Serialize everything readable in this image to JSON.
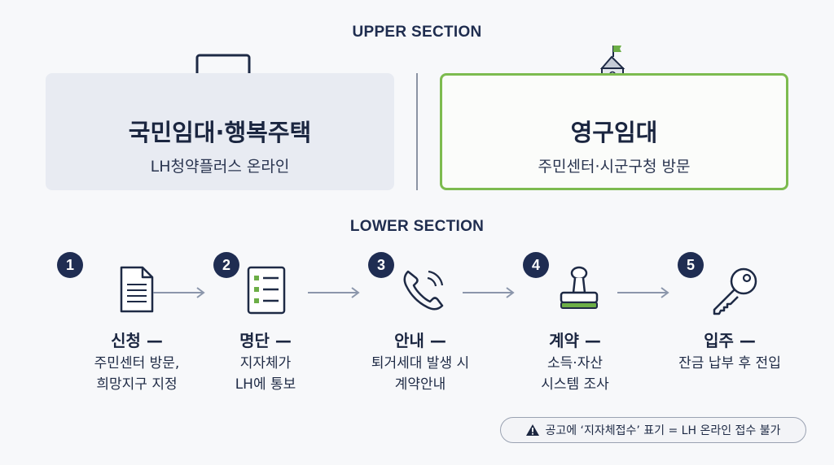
{
  "upper_section": {
    "title": "UPPER SECTION",
    "left_card": {
      "title": "국민임대·행복주택",
      "subtitle": "LH청약플러스 온라인",
      "icon": "laptop-icon"
    },
    "right_card": {
      "title": "영구임대",
      "subtitle": "주민센터·시군구청 방문",
      "icon": "school-building-icon"
    }
  },
  "lower_section": {
    "title": "LOWER SECTION",
    "steps": [
      {
        "number": "1",
        "title": "신청 —",
        "desc": [
          "주민센터 방문,",
          "희망지구 지정"
        ],
        "icon": "document-icon"
      },
      {
        "number": "2",
        "title": "명단 —",
        "desc": [
          "지자체가",
          "LH에 통보"
        ],
        "icon": "checklist-icon"
      },
      {
        "number": "3",
        "title": "안내 —",
        "desc": [
          "퇴거세대 발생 시",
          "계약안내"
        ],
        "icon": "phone-icon"
      },
      {
        "number": "4",
        "title": "계약 —",
        "desc": [
          "소득·자산",
          "시스템 조사"
        ],
        "icon": "stamp-icon"
      },
      {
        "number": "5",
        "title": "입주 —",
        "desc": [
          "잔금 납부 후 전입"
        ],
        "icon": "key-icon"
      }
    ]
  },
  "note": {
    "text": "공고에 ‘지자체접수’ 표기 = LH 온라인 접수 불가",
    "icon": "warning-icon"
  },
  "colors": {
    "navy": "#1f2d52",
    "green_border": "#7dbb4f",
    "card_gray": "#e8ebf2",
    "arrow": "#8b96ab"
  }
}
